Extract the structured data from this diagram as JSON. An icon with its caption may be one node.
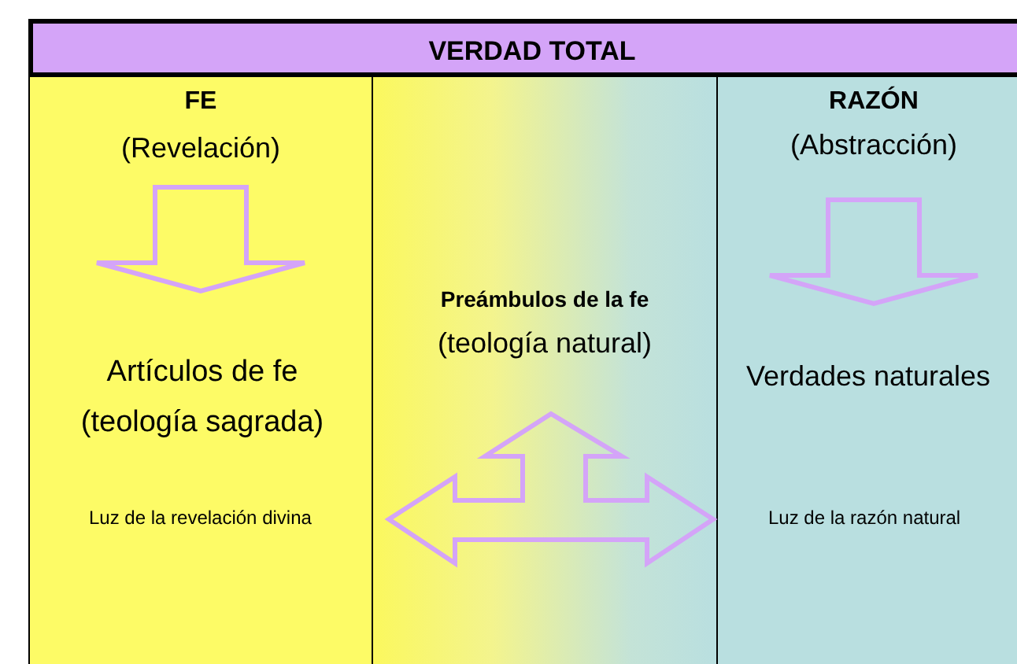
{
  "diagram": {
    "nodes": [
      {
        "text": [
          "VERDAD TOTAL"
        ]
      },
      {
        "text": [
          "FE",
          "(Revelación)"
        ]
      },
      {
        "text": [
          "Artículos de fe (teología sagrada)"
        ],
        "in": 1
      },
      {
        "text": [
          "Preámbulos de la fe",
          "(teología natural)"
        ]
      },
      {
        "text": [
          "RAZÓN",
          "(Abstracción)"
        ]
      },
      {
        "text": [
          "Verdades naturales"
        ],
        "in": 4
      }
    ],
    "edges": [
      {
        "from": 1,
        "to": 2,
        "arrow": "to"
      },
      {
        "from": 4,
        "to": 5,
        "arrow": "to"
      },
      {
        "from": 1,
        "to": 4,
        "arrow": "both"
      },
      {
        "from": null,
        "to": 3,
        "arrow": "to"
      }
    ],
    "labels": [
      "Luz de la revelación divina",
      "Luz de la razón natural"
    ]
  }
}
